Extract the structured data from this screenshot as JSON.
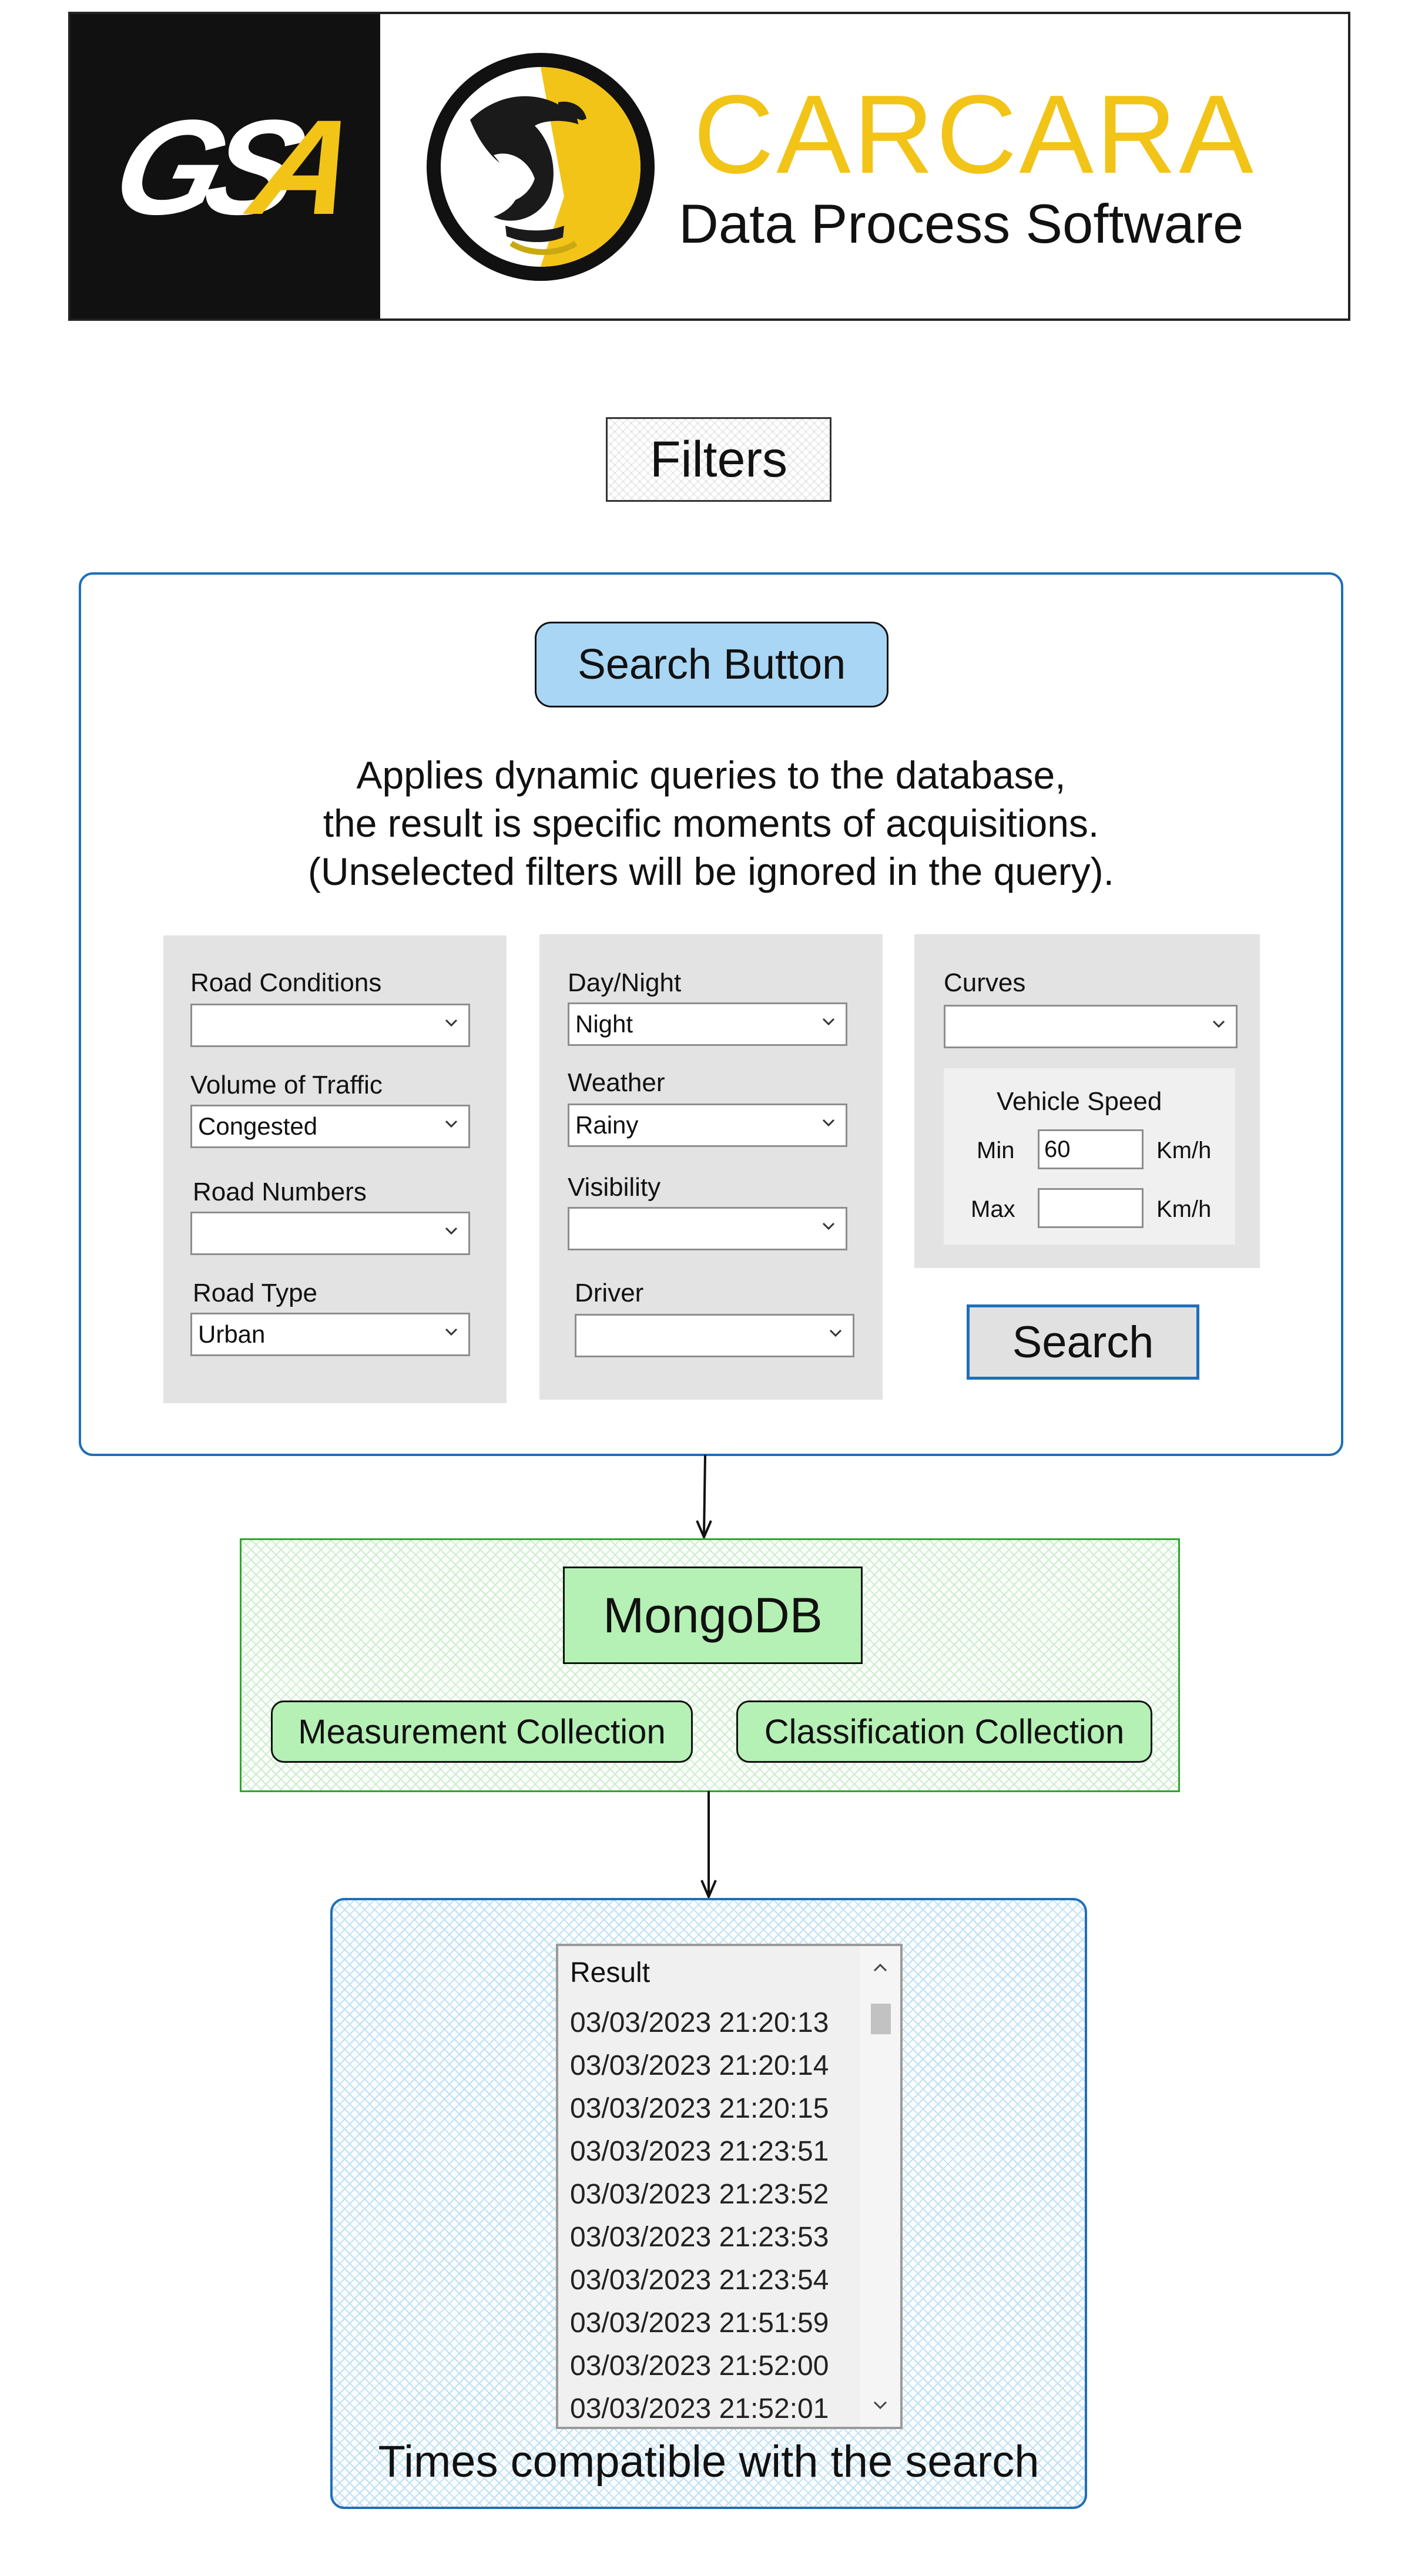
{
  "header": {
    "logo_text": "GSA",
    "app_title": "CARCARA",
    "app_subtitle": "Data Process Software",
    "colors": {
      "logo_bg": "#111111",
      "accent": "#f2c418"
    }
  },
  "filters_label": "Filters",
  "search_panel": {
    "button_label": "Search Button",
    "description": [
      "Applies dynamic queries to the database,",
      "the result is specific moments of acquisitions.",
      "(Unselected filters will be ignored in the query)."
    ],
    "group1": {
      "road_conditions": {
        "label": "Road Conditions",
        "value": ""
      },
      "volume_of_traffic": {
        "label": "Volume of Traffic",
        "value": "Congested"
      },
      "road_numbers": {
        "label": "Road Numbers",
        "value": ""
      },
      "road_type": {
        "label": "Road Type",
        "value": "Urban"
      }
    },
    "group2": {
      "day_night": {
        "label": "Day/Night",
        "value": "Night"
      },
      "weather": {
        "label": "Weather",
        "value": "Rainy"
      },
      "visibility": {
        "label": "Visibility",
        "value": ""
      },
      "driver": {
        "label": "Driver",
        "value": ""
      }
    },
    "group3": {
      "curves": {
        "label": "Curves",
        "value": ""
      },
      "vehicle_speed": {
        "title": "Vehicle Speed",
        "min_label": "Min",
        "min_value": "60",
        "max_label": "Max",
        "max_value": "",
        "unit": "Km/h"
      }
    },
    "search_action": "Search"
  },
  "database": {
    "title": "MongoDB",
    "collections": [
      "Measurement Collection",
      "Classification Collection"
    ]
  },
  "results": {
    "header": "Result",
    "items": [
      "03/03/2023 21:20:13",
      "03/03/2023 21:20:14",
      "03/03/2023 21:20:15",
      "03/03/2023 21:23:51",
      "03/03/2023 21:23:52",
      "03/03/2023 21:23:53",
      "03/03/2023 21:23:54",
      "03/03/2023 21:51:59",
      "03/03/2023 21:52:00",
      "03/03/2023 21:52:01"
    ],
    "caption": "Times compatible with the search"
  }
}
